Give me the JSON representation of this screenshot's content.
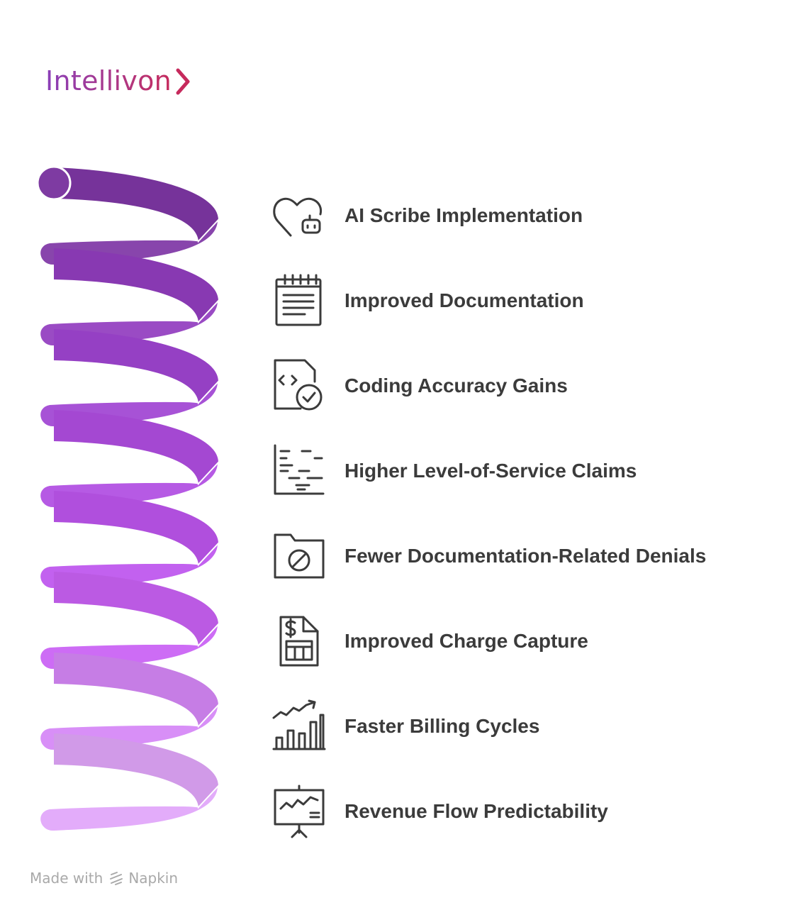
{
  "brand": {
    "name": "Intellivon"
  },
  "items": [
    {
      "label": "AI Scribe Implementation",
      "icon": "heart-robot-icon"
    },
    {
      "label": "Improved Documentation",
      "icon": "notepad-icon"
    },
    {
      "label": "Coding Accuracy Gains",
      "icon": "code-file-check-icon"
    },
    {
      "label": "Higher Level-of-Service Claims",
      "icon": "gantt-chart-icon"
    },
    {
      "label": "Fewer Documentation-Related Denials",
      "icon": "folder-blocked-icon"
    },
    {
      "label": "Improved Charge Capture",
      "icon": "invoice-dollar-icon"
    },
    {
      "label": "Faster Billing Cycles",
      "icon": "growth-bar-chart-icon"
    },
    {
      "label": "Revenue Flow Predictability",
      "icon": "presentation-board-icon"
    }
  ],
  "spring_colors": [
    "#8845ac",
    "#9a4bc4",
    "#a752d6",
    "#b65ae4",
    "#c261ef",
    "#cd6cf5",
    "#d88ff7",
    "#e3acfa"
  ],
  "footer": {
    "made_with": "Made with",
    "brand": "Napkin"
  }
}
